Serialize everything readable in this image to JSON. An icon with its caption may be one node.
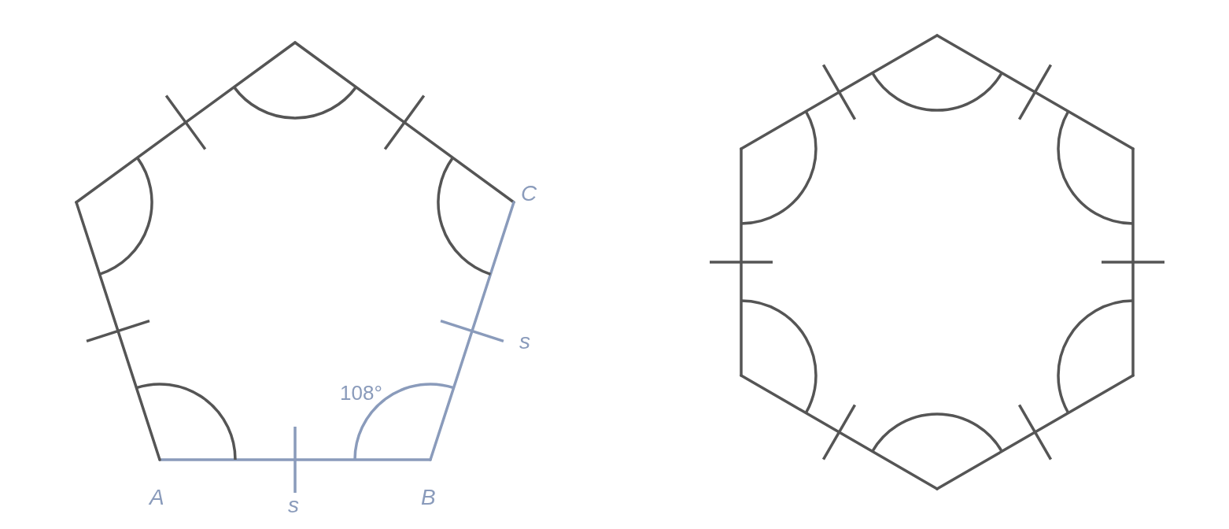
{
  "diagram": {
    "labels": [
      "C",
      "s",
      "108°",
      "A",
      "s",
      "B"
    ]
  }
}
